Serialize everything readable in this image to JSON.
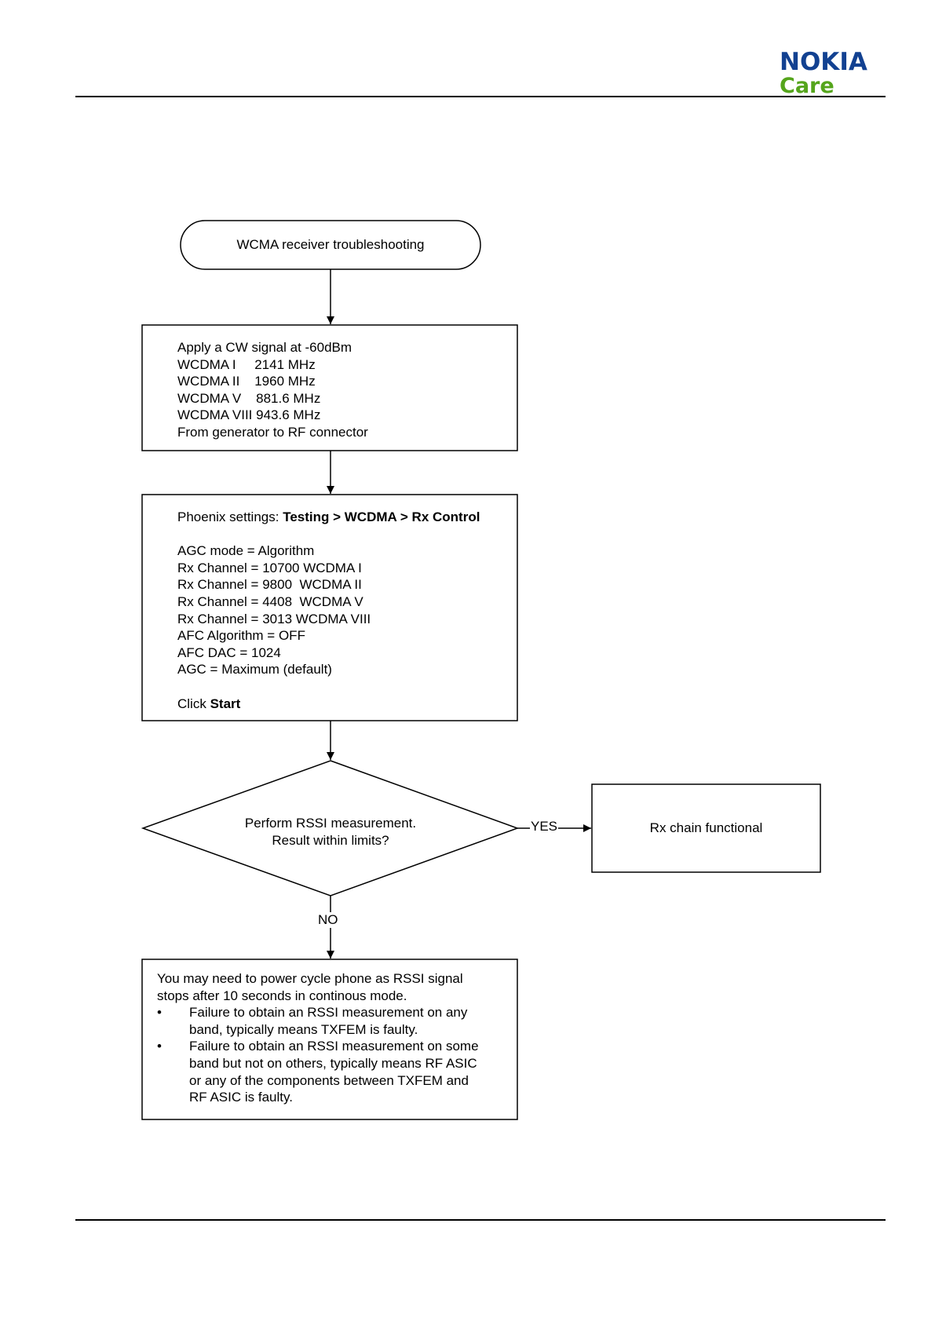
{
  "header": {
    "brand": "NOKIA",
    "sub_brand": "Care",
    "brand_color": "#124191",
    "sub_brand_color": "#55a51c"
  },
  "flowchart": {
    "start": {
      "label": "WCMA receiver troubleshooting"
    },
    "apply_signal": {
      "lines": [
        "Apply a CW signal at -60dBm",
        "WCDMA I     2141 MHz",
        "WCDMA II    1960 MHz",
        "WCDMA V    881.6 MHz",
        "WCDMA VIII 943.6 MHz",
        "From generator to RF connector"
      ]
    },
    "phoenix_settings": {
      "prefix": "Phoenix settings: ",
      "path": "Testing > WCDMA > Rx Control",
      "lines": [
        "AGC mode = Algorithm",
        "Rx Channel = 10700 WCDMA I",
        "Rx Channel = 9800  WCDMA II",
        "Rx Channel = 4408  WCDMA V",
        "Rx Channel = 3013 WCDMA VIII",
        "AFC Algorithm = OFF",
        "AFC DAC = 1024",
        "AGC = Maximum (default)"
      ],
      "click_prefix": "Click ",
      "click_target": "Start"
    },
    "decision": {
      "line1": "Perform RSSI measurement.",
      "line2": "Result within limits?",
      "yes_label": "YES",
      "no_label": "NO"
    },
    "functional": {
      "label": "Rx chain functional"
    },
    "failure": {
      "intro": "You may need to power cycle phone as RSSI signal stops after 10 seconds in continous mode.",
      "bullets": [
        "Failure to obtain an RSSI measurement on any band, typically means TXFEM is faulty.",
        "Failure to obtain an RSSI measurement on some band but not on others, typically means RF ASIC or any of the components between TXFEM and RF ASIC is faulty."
      ]
    }
  }
}
